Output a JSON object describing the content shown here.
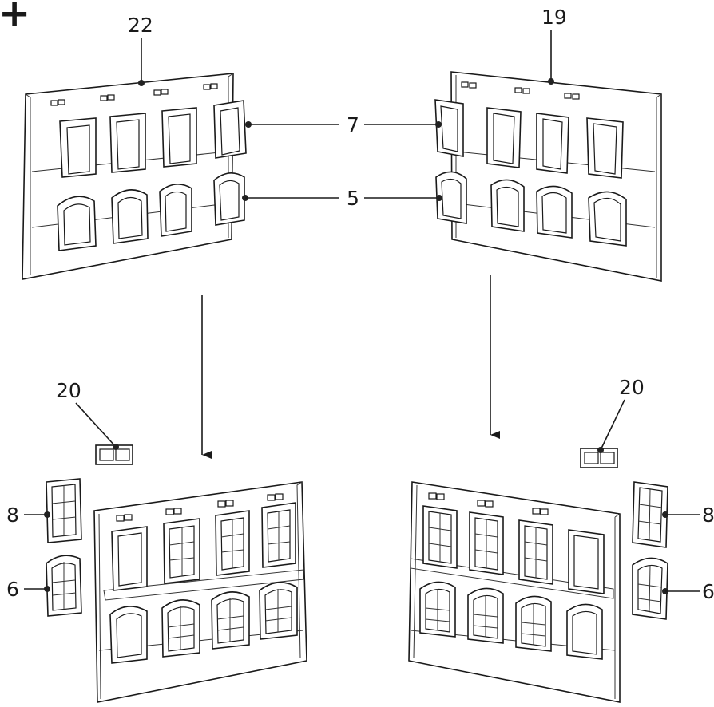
{
  "step_marker": "+",
  "callouts": {
    "top_left_wall": "22",
    "top_right_wall": "19",
    "upper_frame": "7",
    "lower_frame": "5",
    "left_vent": "20",
    "right_vent": "20",
    "left_window_upper": "8",
    "left_window_lower": "6",
    "right_window_upper": "8",
    "right_window_lower": "6"
  },
  "icons": {
    "step_marker": "plus-icon",
    "arrow": "down-arrow-icon"
  }
}
